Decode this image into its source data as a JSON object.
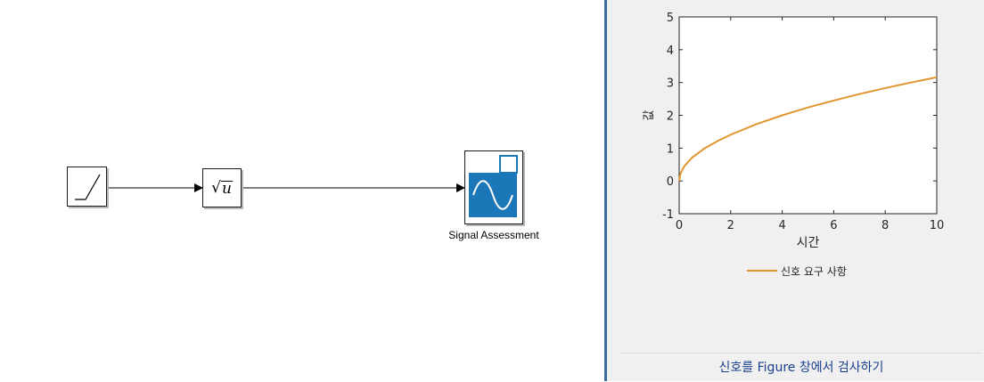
{
  "model": {
    "blocks": {
      "ramp": {
        "icon": "ramp-icon"
      },
      "sqrt": {
        "label": "√u",
        "icon": "sqrt-icon"
      },
      "signal_assessment": {
        "label": "Signal Assessment",
        "icon": "sine-wave-icon"
      }
    }
  },
  "chart_data": {
    "type": "line",
    "xlabel": "시간",
    "ylabel": "값",
    "xlim": [
      0,
      10
    ],
    "ylim": [
      -1,
      5
    ],
    "xticks": [
      0,
      2,
      4,
      6,
      8,
      10
    ],
    "yticks": [
      -1,
      0,
      1,
      2,
      3,
      4,
      5
    ],
    "grid": false,
    "legend_position": "bottom",
    "series": [
      {
        "name": "신호 요구 사항",
        "color": "#e0952f",
        "x": [
          0,
          0.05,
          0.2,
          0.5,
          1,
          1.5,
          2,
          3,
          4,
          5,
          6,
          7,
          8,
          9,
          10
        ],
        "y": [
          0,
          0.22,
          0.45,
          0.71,
          1.0,
          1.22,
          1.41,
          1.73,
          2.0,
          2.24,
          2.45,
          2.65,
          2.83,
          3.0,
          3.16
        ]
      }
    ]
  },
  "inspect_link": "신호를 Figure 창에서 검사하기"
}
